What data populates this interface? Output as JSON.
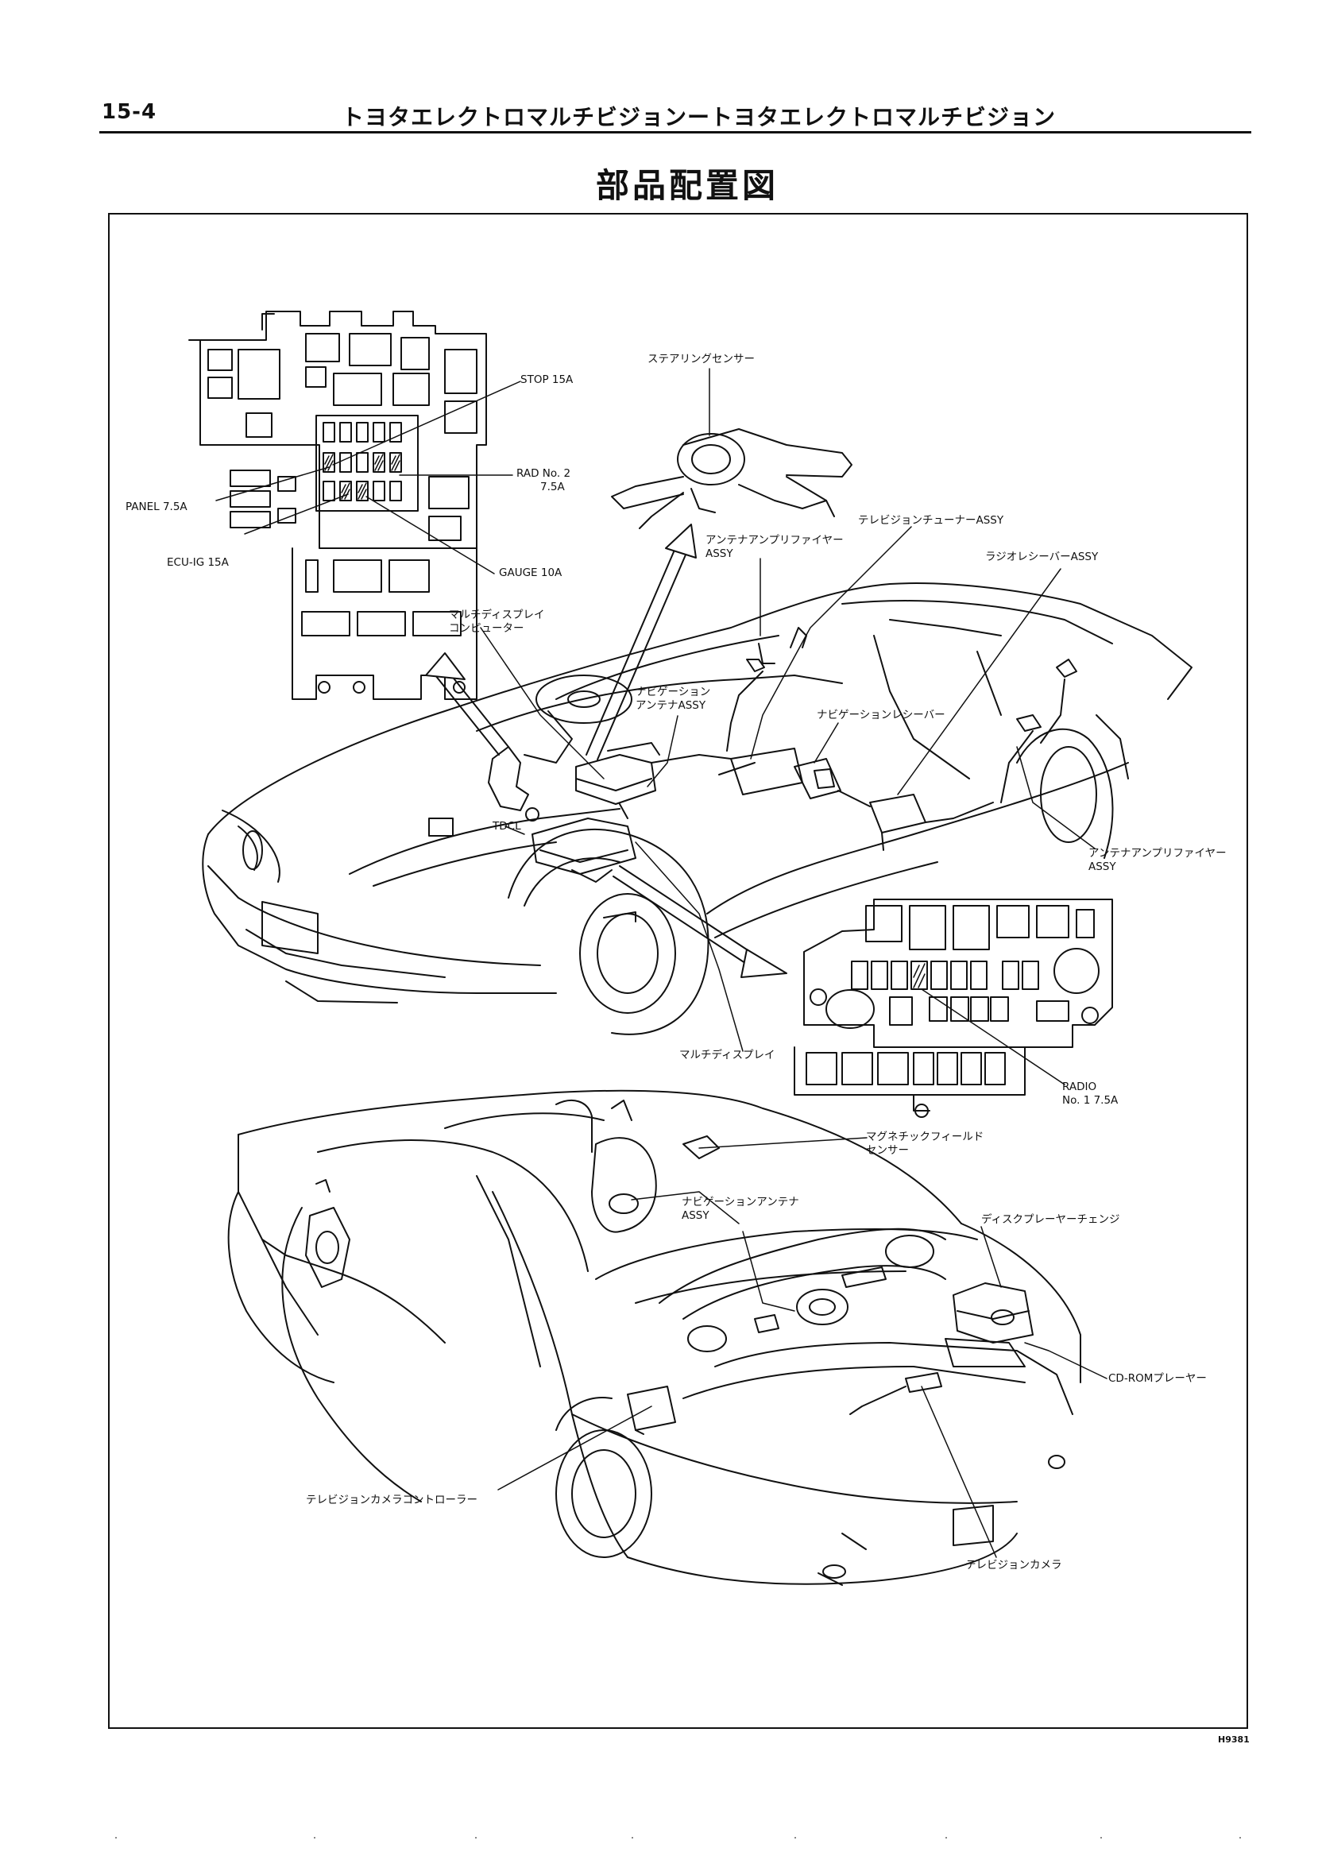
{
  "header": {
    "page_number": "15-4",
    "running_title": "トヨタエレクトロマルチビジョンートヨタエレクトロマルチビジョン"
  },
  "title": "部品配置図",
  "figure_code": "H9381",
  "fuse_labels": {
    "stop": "STOP 15A",
    "rad_no2_a": "RAD No. 2",
    "rad_no2_b": "7.5A",
    "panel": "PANEL 7.5A",
    "ecu_ig": "ECU-IG 15A",
    "gauge": "GAUGE 10A",
    "radio_a": "RADIO",
    "radio_b": "No. 1 7.5A"
  },
  "component_labels": {
    "steering_sensor": "ステアリングセンサー",
    "tv_tuner": "テレビジョンチューナーASSY",
    "antenna_amp_1a": "アンテナアンプリファイヤー",
    "antenna_amp_1b": "ASSY",
    "radio_receiver": "ラジオレシーバーASSY",
    "md_computer_a": "マルチディスプレイ",
    "md_computer_b": "コンピューター",
    "nav_antenna_1a": "ナビゲーション",
    "nav_antenna_1b": "アンテナASSY",
    "nav_receiver": "ナビゲーションレシーバー",
    "tdcl": "TDCL",
    "antenna_amp_2a": "アンテナアンプリファイヤー",
    "antenna_amp_2b": "ASSY",
    "multi_display": "マルチディスプレイ",
    "magnetic_sensor_a": "マグネチックフィールド",
    "magnetic_sensor_b": "センサー",
    "nav_antenna_2a": "ナビゲーションアンテナ",
    "nav_antenna_2b": "ASSY",
    "disc_changer": "ディスクプレーヤーチェンジ",
    "cd_rom": "CD-ROMプレーヤー",
    "tv_camera_controller": "テレビジョンカメラコントローラー",
    "tv_camera": "テレビジョンカメラ"
  }
}
